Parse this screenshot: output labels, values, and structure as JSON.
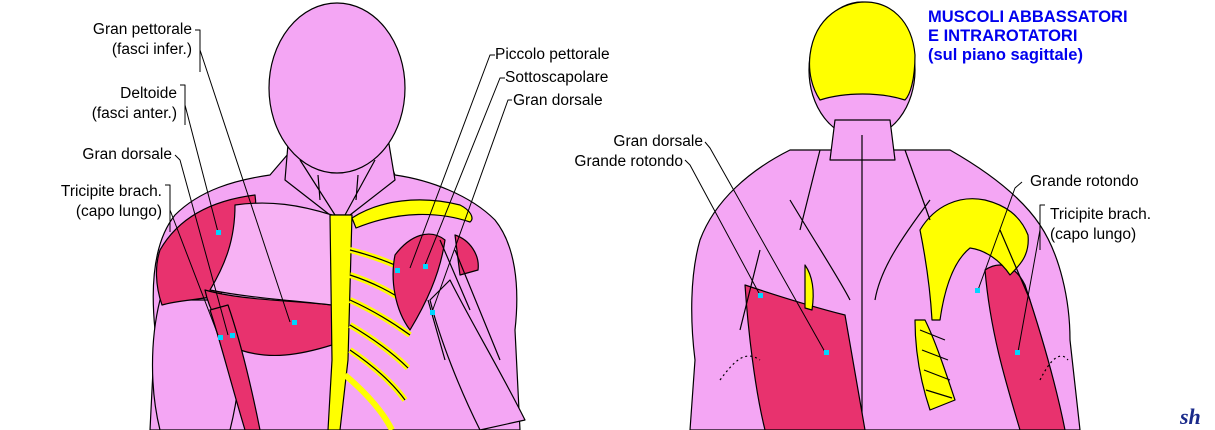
{
  "title": {
    "line1": "MUSCOLI ABBASSATORI",
    "line2": "E INTRAROTATORI",
    "line3": "(sul piano sagittale)"
  },
  "front": {
    "gran_pettorale_1": "Gran pettorale",
    "gran_pettorale_2": "(fasci infer.)",
    "deltoide_1": "Deltoide",
    "deltoide_2": "(fasci anter.)",
    "gran_dorsale": "Gran dorsale",
    "tricipite_1": "Tricipite brach.",
    "tricipite_2": "(capo lungo)",
    "piccolo_pettorale": "Piccolo pettorale",
    "sottoscapolare": "Sottoscapolare",
    "gran_dorsale_right": "Gran dorsale"
  },
  "back": {
    "gran_dorsale": "Gran dorsale",
    "grande_rotondo": "Grande rotondo",
    "grande_rotondo_right": "Grande rotondo",
    "tricipite_1": "Tricipite brach.",
    "tricipite_2": "(capo lungo)"
  },
  "signature": "sh",
  "colors": {
    "skin": "#f4a6f4",
    "muscle_highlight": "#e8326e",
    "bone": "#ffff00",
    "title": "#0000ee"
  }
}
